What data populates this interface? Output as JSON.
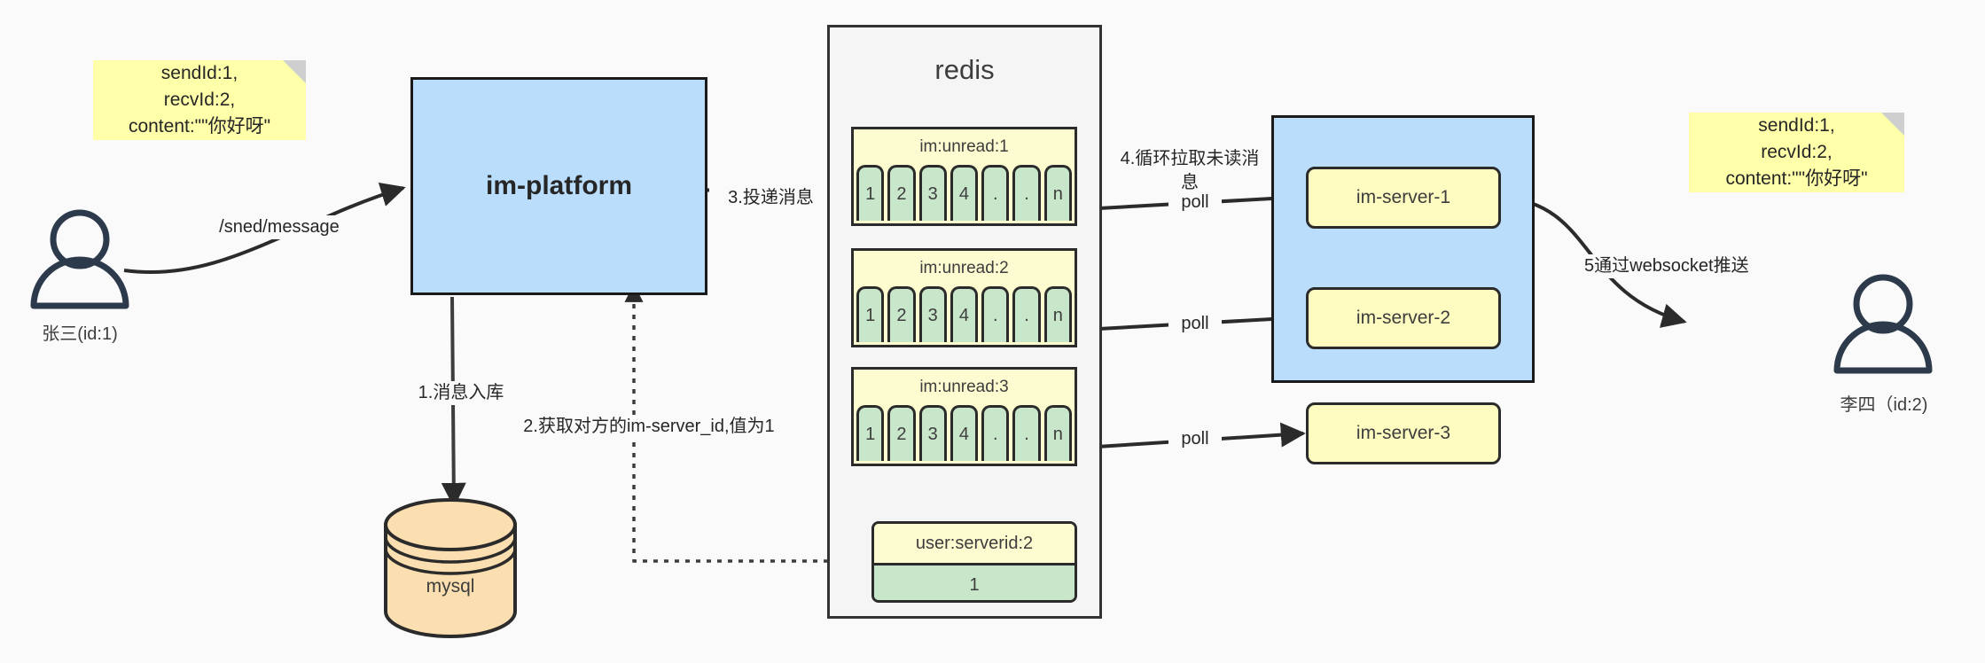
{
  "diagram": {
    "title": "IM message delivery architecture",
    "colors": {
      "note_yellow": "#ffffaa",
      "blue_box": "#b9ddfb",
      "green_cell": "#c8e6ca",
      "yellow_cell": "#fdfbd0",
      "orange_db": "#fcdfb0",
      "stroke": "#2b2b2b",
      "background": "#fafafa"
    }
  },
  "notes": {
    "left": "sendId:1,\nrecvId:2,\ncontent:\"\"你好呀\"",
    "right": "sendId:1,\nrecvId:2,\ncontent:\"\"你好呀\""
  },
  "actors": {
    "sender": {
      "label": "张三(id:1)",
      "icon": "user-icon"
    },
    "receiver": {
      "label": "李四（id:2)",
      "icon": "user-icon"
    }
  },
  "platform": {
    "label": "im-platform"
  },
  "database": {
    "label": "mysql",
    "icon": "database-cylinder-icon"
  },
  "redis": {
    "title": "redis",
    "queues": [
      {
        "key": "im:unread:1",
        "cells": [
          "1",
          "2",
          "3",
          "4",
          ".",
          ".",
          "n"
        ]
      },
      {
        "key": "im:unread:2",
        "cells": [
          "1",
          "2",
          "3",
          "4",
          ".",
          ".",
          "n"
        ]
      },
      {
        "key": "im:unread:3",
        "cells": [
          "1",
          "2",
          "3",
          "4",
          ".",
          ".",
          "n"
        ]
      }
    ],
    "kv": {
      "key": "user:serverid:2",
      "value": "1"
    }
  },
  "cluster": {
    "servers": [
      {
        "label": "im-server-1"
      },
      {
        "label": "im-server-2"
      },
      {
        "label": "im-server-3"
      }
    ]
  },
  "edges": {
    "send_message": "/sned/message",
    "step1": "1.消息入库",
    "step2": "2.获取对方的im-server_id,值为1",
    "step3": "3.投递消息",
    "step4": "4.循环拉取未读消\n息",
    "poll1": "poll",
    "poll2": "poll",
    "poll3": "poll",
    "step5": "5通过websocket推送"
  }
}
